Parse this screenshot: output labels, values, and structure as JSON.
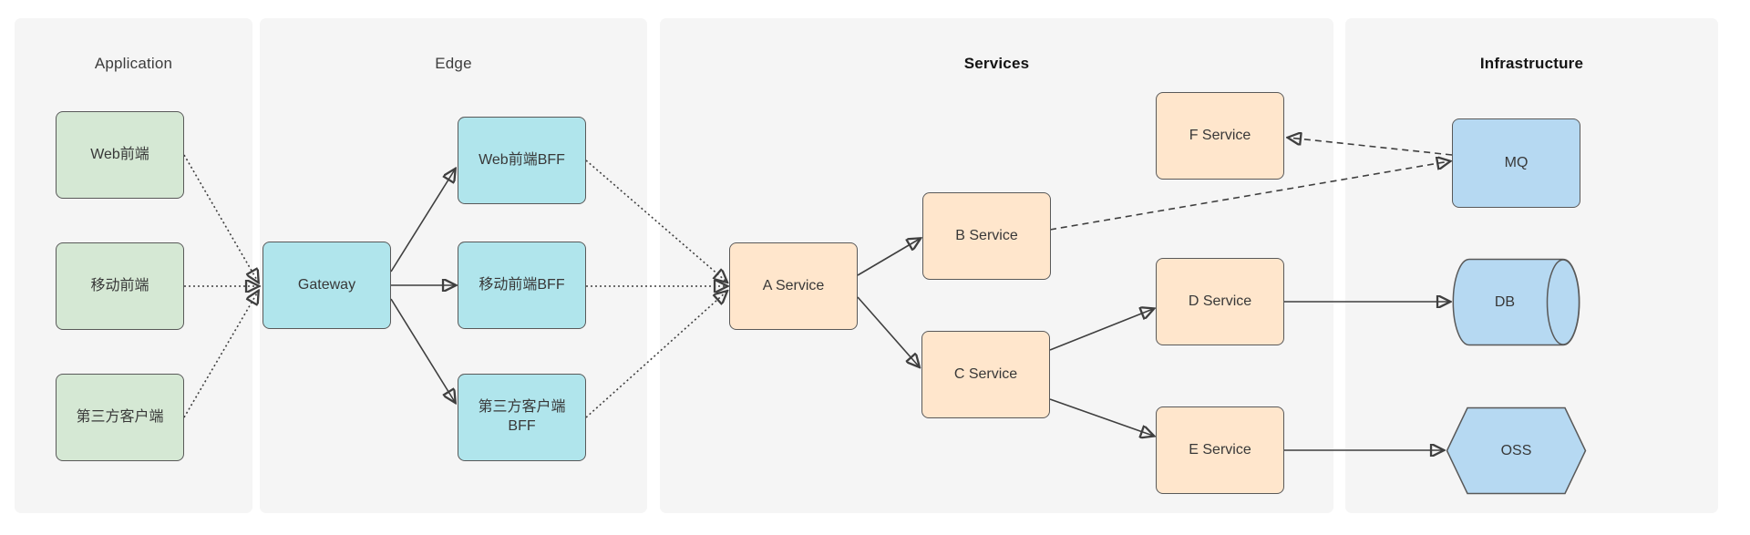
{
  "diagram": {
    "sections": {
      "application": {
        "label": "Application"
      },
      "edge": {
        "label": "Edge"
      },
      "services": {
        "label": "Services"
      },
      "infrastructure": {
        "label": "Infrastructure"
      }
    },
    "nodes": {
      "web_frontend": {
        "label": "Web前端",
        "section": "application",
        "shape": "rounded-rect",
        "fill": "#d5e8d4"
      },
      "mobile_frontend": {
        "label": "移动前端",
        "section": "application",
        "shape": "rounded-rect",
        "fill": "#d5e8d4"
      },
      "third_party_client": {
        "label": "第三方客户端",
        "section": "application",
        "shape": "rounded-rect",
        "fill": "#d5e8d4"
      },
      "gateway": {
        "label": "Gateway",
        "section": "edge",
        "shape": "rounded-rect",
        "fill": "#b0e5ec"
      },
      "web_bff": {
        "label": "Web前端BFF",
        "section": "edge",
        "shape": "rounded-rect",
        "fill": "#b0e5ec"
      },
      "mobile_bff": {
        "label": "移动前端BFF",
        "section": "edge",
        "shape": "rounded-rect",
        "fill": "#b0e5ec"
      },
      "third_party_bff": {
        "label": "第三方客户端",
        "label2": "BFF",
        "section": "edge",
        "shape": "rounded-rect",
        "fill": "#b0e5ec"
      },
      "service_a": {
        "label": "A Service",
        "section": "services",
        "shape": "rounded-rect",
        "fill": "#ffe6cc"
      },
      "service_b": {
        "label": "B Service",
        "section": "services",
        "shape": "rounded-rect",
        "fill": "#ffe6cc"
      },
      "service_c": {
        "label": "C Service",
        "section": "services",
        "shape": "rounded-rect",
        "fill": "#ffe6cc"
      },
      "service_d": {
        "label": "D Service",
        "section": "services",
        "shape": "rounded-rect",
        "fill": "#ffe6cc"
      },
      "service_e": {
        "label": "E Service",
        "section": "services",
        "shape": "rounded-rect",
        "fill": "#ffe6cc"
      },
      "service_f": {
        "label": "F Service",
        "section": "services",
        "shape": "rounded-rect",
        "fill": "#ffe6cc"
      },
      "mq": {
        "label": "MQ",
        "section": "infrastructure",
        "shape": "rounded-rect",
        "fill": "#b6d9f2"
      },
      "db": {
        "label": "DB",
        "section": "infrastructure",
        "shape": "cylinder",
        "fill": "#b6d9f2"
      },
      "oss": {
        "label": "OSS",
        "section": "infrastructure",
        "shape": "hexagon",
        "fill": "#b6d9f2"
      }
    },
    "edges": [
      {
        "from": "web_frontend",
        "to": "gateway",
        "style": "dotted"
      },
      {
        "from": "mobile_frontend",
        "to": "gateway",
        "style": "dotted"
      },
      {
        "from": "third_party_client",
        "to": "gateway",
        "style": "dotted"
      },
      {
        "from": "gateway",
        "to": "web_bff",
        "style": "solid"
      },
      {
        "from": "gateway",
        "to": "mobile_bff",
        "style": "solid"
      },
      {
        "from": "gateway",
        "to": "third_party_bff",
        "style": "solid"
      },
      {
        "from": "web_bff",
        "to": "service_a",
        "style": "dotted"
      },
      {
        "from": "mobile_bff",
        "to": "service_a",
        "style": "dotted"
      },
      {
        "from": "third_party_bff",
        "to": "service_a",
        "style": "dotted"
      },
      {
        "from": "service_a",
        "to": "service_b",
        "style": "solid"
      },
      {
        "from": "service_a",
        "to": "service_c",
        "style": "solid"
      },
      {
        "from": "service_b",
        "to": "mq",
        "style": "dashed"
      },
      {
        "from": "mq",
        "to": "service_f",
        "style": "dashed"
      },
      {
        "from": "service_c",
        "to": "service_d",
        "style": "solid"
      },
      {
        "from": "service_c",
        "to": "service_e",
        "style": "solid"
      },
      {
        "from": "service_d",
        "to": "db",
        "style": "solid"
      },
      {
        "from": "service_e",
        "to": "oss",
        "style": "solid"
      }
    ],
    "palette": {
      "application_fill": "#d5e8d4",
      "edge_fill": "#b0e5ec",
      "services_fill": "#ffe6cc",
      "infrastructure_fill": "#b6d9f2",
      "node_border": "#595959",
      "arrow": "#3f3f3f",
      "panel_background": "#f5f5f5",
      "page_background": "#ffffff"
    }
  }
}
